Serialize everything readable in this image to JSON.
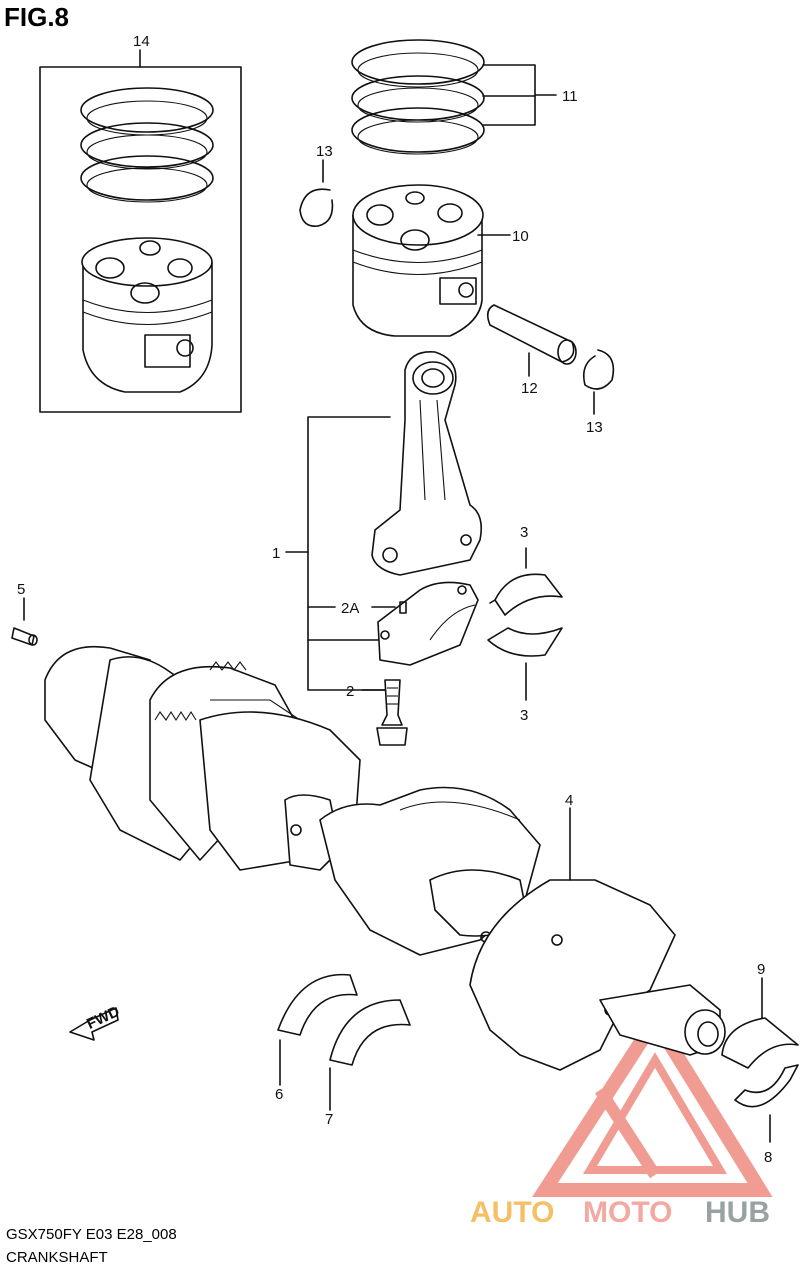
{
  "figure": {
    "title": "FIG.8",
    "model_code": "GSX750FY  E03  E28_008",
    "section_name": "CRANKSHAFT"
  },
  "callouts": {
    "c14": "14",
    "c11": "11",
    "c13a": "13",
    "c10": "10",
    "c12": "12",
    "c13b": "13",
    "c1": "1",
    "c2a": "2A",
    "c2": "2",
    "c3a": "3",
    "c3b": "3",
    "c5": "5",
    "c4": "4",
    "c9": "9",
    "c8": "8",
    "c6": "6",
    "c7": "7"
  },
  "fwd_label": "FWD",
  "watermark": {
    "part1": "AUTO",
    "part2": "MOTO",
    "part3": "HUB",
    "colors": {
      "auto": "#f5b041",
      "moto": "#f1948a",
      "hub": "#7f8c8d",
      "triangle": "#e74c3c"
    }
  }
}
